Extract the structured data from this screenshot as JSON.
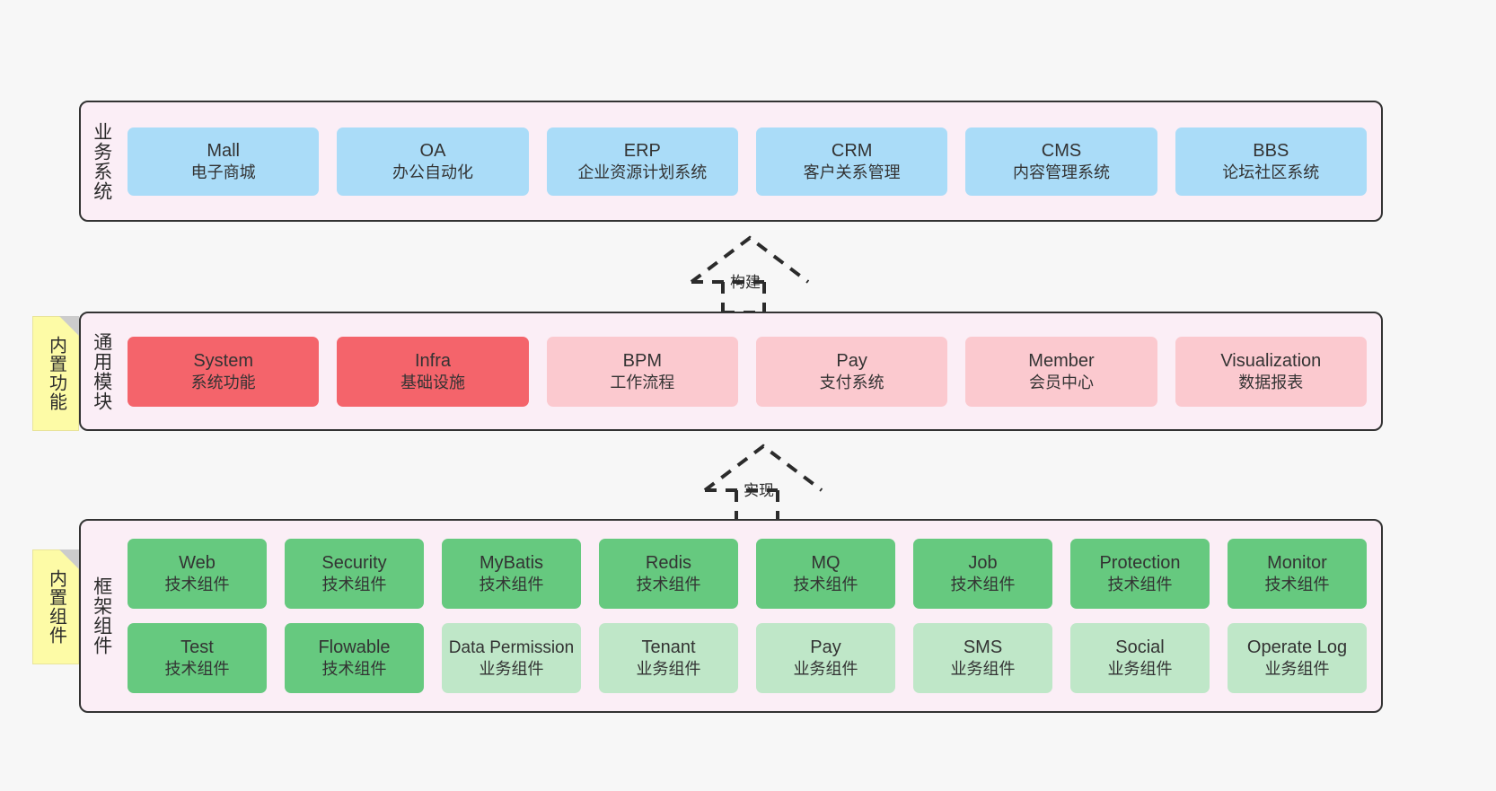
{
  "diagram": {
    "background_color": "#f7f7f7",
    "panel_color": "#fbeef6",
    "panel_border_color": "#333333",
    "note_color": "#fdfba6"
  },
  "layers": [
    {
      "id": "business-systems",
      "title": "业务系统",
      "note": null,
      "rows": [
        {
          "cards": [
            {
              "name": "mall",
              "title": "Mall",
              "subtitle": "电子商城",
              "color": "#aadcf8"
            },
            {
              "name": "oa",
              "title": "OA",
              "subtitle": "办公自动化",
              "color": "#aadcf8"
            },
            {
              "name": "erp",
              "title": "ERP",
              "subtitle": "企业资源计划系统",
              "color": "#aadcf8"
            },
            {
              "name": "crm",
              "title": "CRM",
              "subtitle": "客户关系管理",
              "color": "#aadcf8"
            },
            {
              "name": "cms",
              "title": "CMS",
              "subtitle": "内容管理系统",
              "color": "#aadcf8"
            },
            {
              "name": "bbs",
              "title": "BBS",
              "subtitle": "论坛社区系统",
              "color": "#aadcf8"
            }
          ]
        }
      ]
    },
    {
      "id": "common-modules",
      "title": "通用模块",
      "note": "内置功能",
      "rows": [
        {
          "cards": [
            {
              "name": "system",
              "title": "System",
              "subtitle": "系统功能",
              "color": "#f4646b"
            },
            {
              "name": "infra",
              "title": "Infra",
              "subtitle": "基础设施",
              "color": "#f4646b"
            },
            {
              "name": "bpm",
              "title": "BPM",
              "subtitle": "工作流程",
              "color": "#fbc9cf"
            },
            {
              "name": "pay",
              "title": "Pay",
              "subtitle": "支付系统",
              "color": "#fbc9cf"
            },
            {
              "name": "member",
              "title": "Member",
              "subtitle": "会员中心",
              "color": "#fbc9cf"
            },
            {
              "name": "visualization",
              "title": "Visualization",
              "subtitle": "数据报表",
              "color": "#fbc9cf"
            }
          ]
        }
      ]
    },
    {
      "id": "framework-components",
      "title": "框架组件",
      "note": "内置组件",
      "rows": [
        {
          "cards": [
            {
              "name": "web",
              "title": "Web",
              "subtitle": "技术组件",
              "color": "#66c97f"
            },
            {
              "name": "security",
              "title": "Security",
              "subtitle": "技术组件",
              "color": "#66c97f"
            },
            {
              "name": "mybatis",
              "title": "MyBatis",
              "subtitle": "技术组件",
              "color": "#66c97f"
            },
            {
              "name": "redis",
              "title": "Redis",
              "subtitle": "技术组件",
              "color": "#66c97f"
            },
            {
              "name": "mq",
              "title": "MQ",
              "subtitle": "技术组件",
              "color": "#66c97f"
            },
            {
              "name": "job",
              "title": "Job",
              "subtitle": "技术组件",
              "color": "#66c97f"
            },
            {
              "name": "protection",
              "title": "Protection",
              "subtitle": "技术组件",
              "color": "#66c97f"
            },
            {
              "name": "monitor",
              "title": "Monitor",
              "subtitle": "技术组件",
              "color": "#66c97f"
            }
          ]
        },
        {
          "cards": [
            {
              "name": "test",
              "title": "Test",
              "subtitle": "技术组件",
              "color": "#66c97f"
            },
            {
              "name": "flowable",
              "title": "Flowable",
              "subtitle": "技术组件",
              "color": "#66c97f"
            },
            {
              "name": "data-permission",
              "title": "Data Permission",
              "subtitle": "业务组件",
              "color": "#bfe7c8"
            },
            {
              "name": "tenant",
              "title": "Tenant",
              "subtitle": "业务组件",
              "color": "#bfe7c8"
            },
            {
              "name": "pay-biz",
              "title": "Pay",
              "subtitle": "业务组件",
              "color": "#bfe7c8"
            },
            {
              "name": "sms",
              "title": "SMS",
              "subtitle": "业务组件",
              "color": "#bfe7c8"
            },
            {
              "name": "social",
              "title": "Social",
              "subtitle": "业务组件",
              "color": "#bfe7c8"
            },
            {
              "name": "operate-log",
              "title": "Operate Log",
              "subtitle": "业务组件",
              "color": "#bfe7c8"
            }
          ]
        }
      ]
    }
  ],
  "connectors": [
    {
      "name": "build-arrow",
      "label": "构建"
    },
    {
      "name": "implement-arrow",
      "label": "实现"
    }
  ]
}
